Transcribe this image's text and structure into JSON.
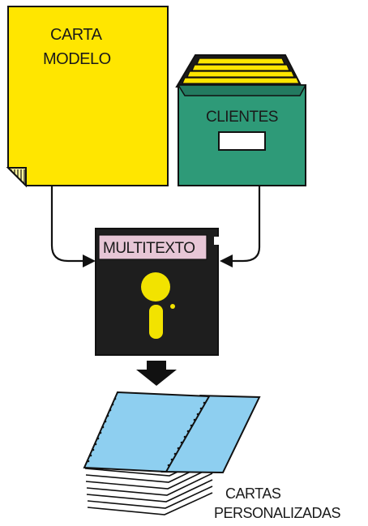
{
  "document": {
    "label": "CARTA",
    "label_line2": "MODELO",
    "color": "#FFE600"
  },
  "file_box": {
    "label": "CLIENTES",
    "color": "#2E9A78",
    "cards_color": "#FFE600"
  },
  "disk": {
    "label": "MULTITEXTO",
    "label_bg": "#E7C6D6",
    "body_color": "#1E1E1E",
    "hub_color": "#F2E300"
  },
  "output": {
    "label_line1": "CARTAS",
    "label_line2": "PERSONALIZADAS",
    "paper_color": "#8ECFF0"
  }
}
